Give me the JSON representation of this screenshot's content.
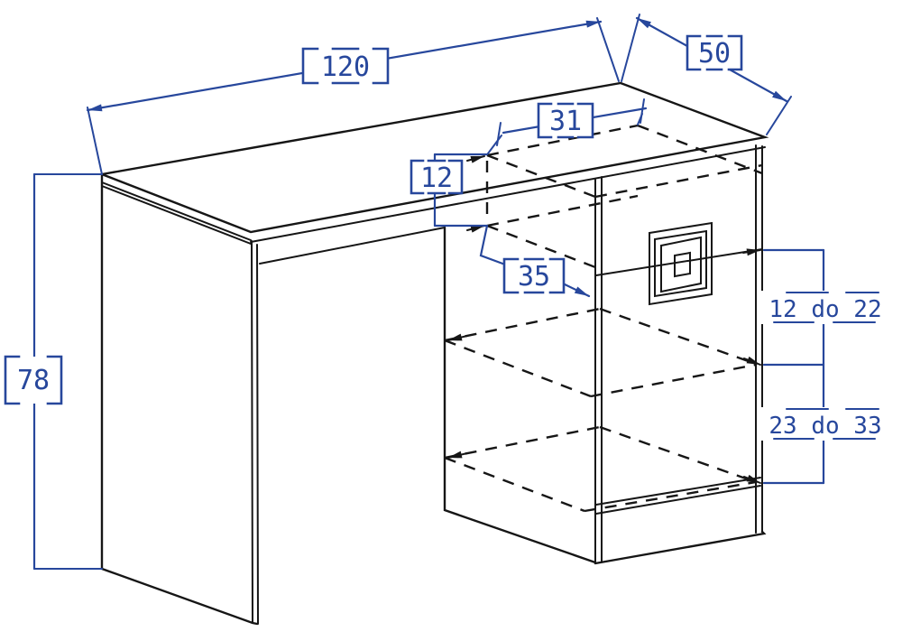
{
  "diagram": {
    "type": "furniture-dimension-drawing",
    "object": "desk with drawer cabinet and adjustable shelves",
    "colors": {
      "outline": "#161616",
      "dimension": "#27479c",
      "background": "#ffffff"
    },
    "dimensions": {
      "width": "120",
      "depth": "50",
      "height": "78",
      "drawer_width": "31",
      "drawer_height": "12",
      "drawer_depth": "35",
      "shelf_range_upper": "12 do 22",
      "shelf_range_lower": "23 do 33"
    }
  }
}
